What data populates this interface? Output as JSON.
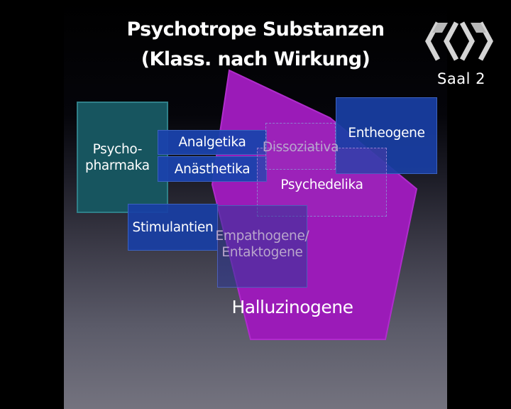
{
  "slide": {
    "title_line1": "Psychotrope Substanzen",
    "title_line2": "(Klass. nach Wirkung)"
  },
  "categories": {
    "psychopharmaka_line1": "Psycho-",
    "psychopharmaka_line2": "pharmaka",
    "analgetika": "Analgetika",
    "anaesthetika": "Anästhetika",
    "dissoziativa": "Dissoziativa",
    "entheogene": "Entheogene",
    "psychedelika": "Psychedelika",
    "stimulantien": "Stimulantien",
    "empathogene_line1": "Empathogene/",
    "empathogene_line2": "Entaktogene",
    "halluzinogene": "Halluzinogene"
  },
  "overlay": {
    "room_label": "Saal 2",
    "logo_icon": "ccc-logo-icon"
  },
  "colors": {
    "background": "#000000",
    "halluzinogene_pentagon": "#9b1bb8",
    "teal_box": "#17555f",
    "blue_box": "#1a42ac"
  }
}
